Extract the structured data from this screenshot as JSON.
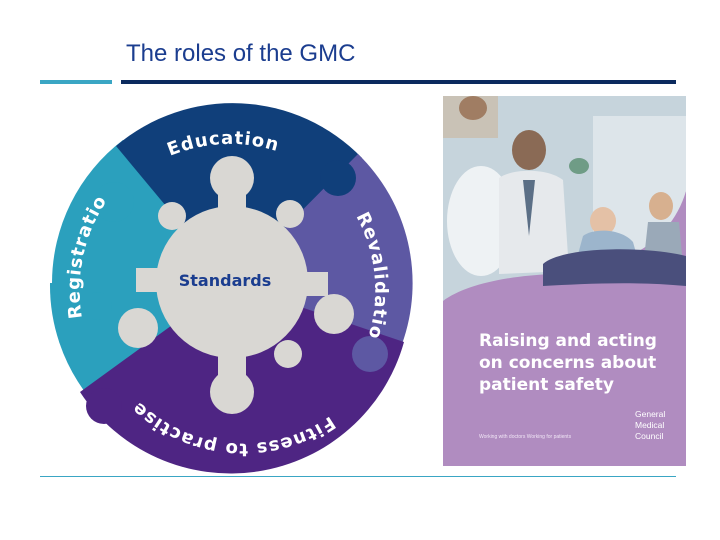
{
  "slide": {
    "title": "The roles of the GMC"
  },
  "diagram": {
    "center_label": "Standards",
    "segments": [
      {
        "label": "Education",
        "color": "#103f7a"
      },
      {
        "label": "Revalidation",
        "color": "#5d58a3"
      },
      {
        "label": "Fitness to practise",
        "color": "#4e2583"
      },
      {
        "label": "Registration",
        "color": "#2ba0bd"
      }
    ],
    "center_color": "#d9d7d3"
  },
  "booklet": {
    "title_lines": [
      "Raising and acting",
      "on concerns about",
      "patient safety"
    ],
    "tagline": "Working with doctors Working for patients",
    "organisation_lines": [
      "General",
      "Medical",
      "Council"
    ],
    "background_color": "#b08cc0"
  }
}
